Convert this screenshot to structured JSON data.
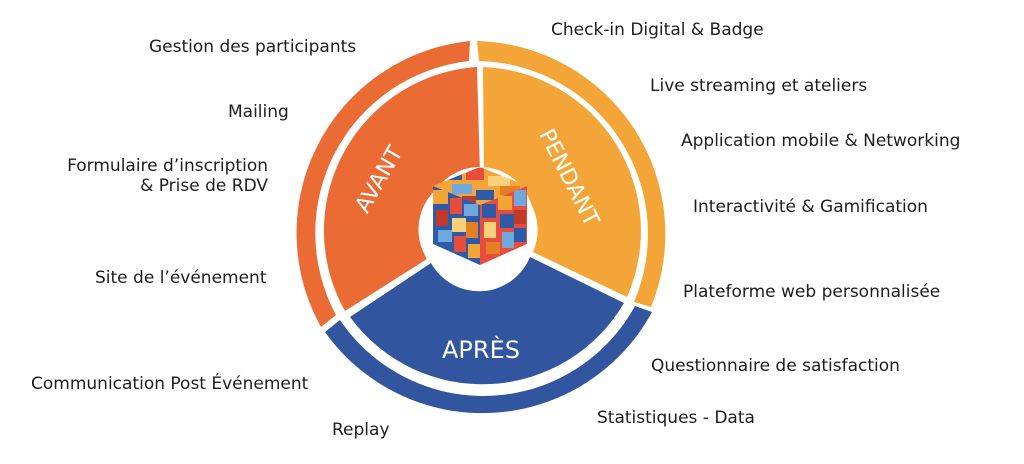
{
  "phases": {
    "avant": {
      "label": "AVANT",
      "color": "#ea6b34"
    },
    "pendant": {
      "label": "PENDANT",
      "color": "#f4a537"
    },
    "apres": {
      "label": "APRÈS",
      "color": "#31559f"
    }
  },
  "labels_left": {
    "gestion": "Gestion des participants",
    "mailing": "Mailing",
    "formulaire_l1": "Formulaire d’inscription",
    "formulaire_l2": "& Prise de RDV",
    "site": "Site de l’événement",
    "communication": "Communication Post Événement",
    "replay": "Replay"
  },
  "labels_right": {
    "checkin": "Check-in Digital & Badge",
    "live": "Live streaming et ateliers",
    "app": "Application mobile & Networking",
    "interactivite": "Interactivité & Gamification",
    "plateforme": "Plateforme web personnalisée",
    "questionnaire": "Questionnaire de satisfaction",
    "statistiques": "Statistiques - Data"
  },
  "logo": {
    "name": "colorful-cube-logo"
  }
}
